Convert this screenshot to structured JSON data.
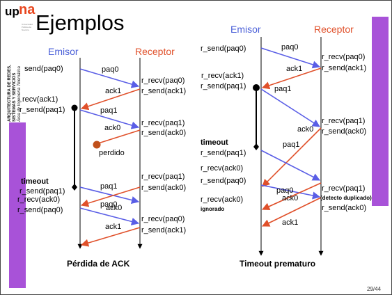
{
  "logo": {
    "up": "up",
    "na": "na",
    "small": "Universidad Pública de Navarra"
  },
  "title": "Ejemplos",
  "sidebar": {
    "line1": "ARQUITECTURA DE REDES,",
    "line2": "SISTEMAS Y SERVICIOS",
    "line3": "Área de Ingeniería Telemática"
  },
  "left": {
    "emisor": "Emisor",
    "receptor": "Receptor",
    "caption": "Pérdida de ACK",
    "sender_labels": [
      "send(paq0)",
      "recv(ack1)",
      "r_send(paq1)",
      "r_send(paq1)",
      "r_recv(ack0)",
      "r_send(paq0)"
    ],
    "timeout": "timeout",
    "receiver_labels": [
      "r_recv(paq0)",
      "r_send(ack1)",
      "r_recv(paq1)",
      "r_send(ack0)",
      "r_recv(paq1)",
      "r_send(ack0)",
      "r_recv(paq0)",
      "r_send(ack1)"
    ],
    "msgs": [
      "paq0",
      "ack1",
      "paq1",
      "ack0",
      "paq1",
      "ack0",
      "paq0",
      "ack1"
    ],
    "lost": "perdido"
  },
  "right": {
    "emisor": "Emisor",
    "receptor": "Receptor",
    "caption": "Timeout prematuro",
    "sender_labels": [
      "r_send(paq0)",
      "r_recv(ack1)",
      "r_send(paq1)",
      "r_send(paq1)",
      "r_recv(ack0)",
      "r_send(paq0)",
      "r_recv(ack0)"
    ],
    "timeout": "timeout",
    "ignored": "ignorado",
    "receiver_labels": [
      "r_recv(paq0)",
      "r_send(ack1)",
      "r_recv(paq1)",
      "r_send(ack0)",
      "r_recv(paq1)",
      "r_send(ack0)"
    ],
    "duplicate": "(detecto duplicado)",
    "msgs": [
      "paq0",
      "ack1",
      "paq1",
      "ack0",
      "paq1",
      "paq0",
      "ack0",
      "ack1"
    ]
  },
  "page_number": "29/44",
  "colors": {
    "blue_arrow": "#5a5ee6",
    "red_arrow": "#e0502a",
    "purple_bar": "#a852d8",
    "lost_dot": "#c0501a"
  }
}
